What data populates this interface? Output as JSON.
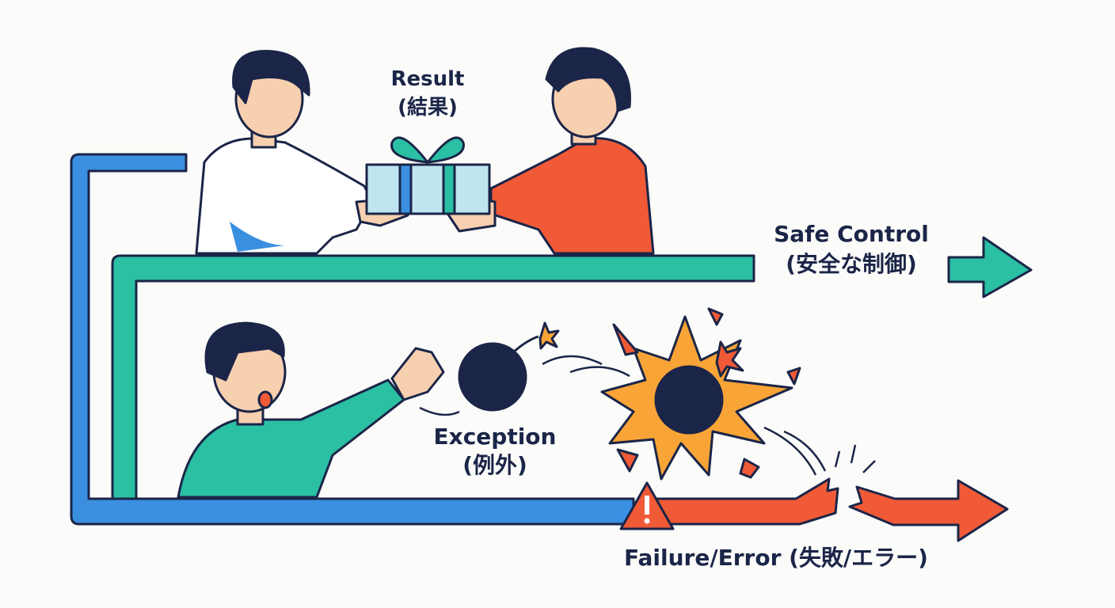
{
  "labels": {
    "result": "Result",
    "result_jp": "(結果)",
    "safe_control": "Safe Control",
    "safe_control_jp": "(安全な制御)",
    "exception": "Exception",
    "exception_jp": "(例外)",
    "failure": "Failure/Error (失敗/エラー)"
  },
  "colors": {
    "outline": "#1b2548",
    "blue_path": "#3a8fe0",
    "teal_path": "#2bbfa4",
    "red_path": "#f05a37",
    "explosion": "#f8a437",
    "bomb": "#1b2548",
    "background": "#fbfbf9"
  },
  "icons": [
    "gift-icon",
    "bomb-icon",
    "explosion-icon",
    "warning-icon",
    "arrow-right-icon"
  ]
}
